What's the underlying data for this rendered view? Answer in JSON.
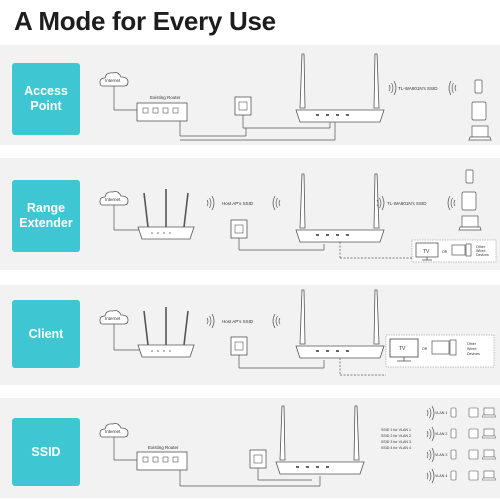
{
  "title": "A Mode for Every Use",
  "modes": [
    {
      "badge": [
        "Access",
        "Point"
      ],
      "labels": {
        "internet": "Internet",
        "router": "Existing Router",
        "ssid": "TL-WA801N's SSID"
      }
    },
    {
      "badge": [
        "Range",
        "Extender"
      ],
      "labels": {
        "internet": "Internet",
        "host_ssid": "Host AP's SSID",
        "ssid": "TL-WA801N's SSID",
        "tv": "TV",
        "or": "OR",
        "other": [
          "Other",
          "Wired",
          "Devices"
        ]
      }
    },
    {
      "badge": [
        "Client"
      ],
      "labels": {
        "internet": "Internet",
        "host_ssid": "Host AP's SSID",
        "tv": "TV",
        "or": "OR",
        "other": [
          "Other",
          "Wired",
          "Devices"
        ]
      }
    },
    {
      "badge": [
        "SSID"
      ],
      "labels": {
        "internet": "Internet",
        "router": "Existing Router",
        "ssid_list": [
          "SSID 1 for VLAN 1",
          "SSID 2 for VLAN 2",
          "SSID 3 for VLAN 3",
          "SSID 4 for VLAN 4"
        ],
        "vlans": [
          "VLAN 1",
          "VLAN 2",
          "VLAN 3",
          "VLAN 4"
        ]
      }
    }
  ],
  "colors": {
    "accent": "#3ec7d3",
    "band": "#f2f2f2",
    "line": "#555555"
  }
}
